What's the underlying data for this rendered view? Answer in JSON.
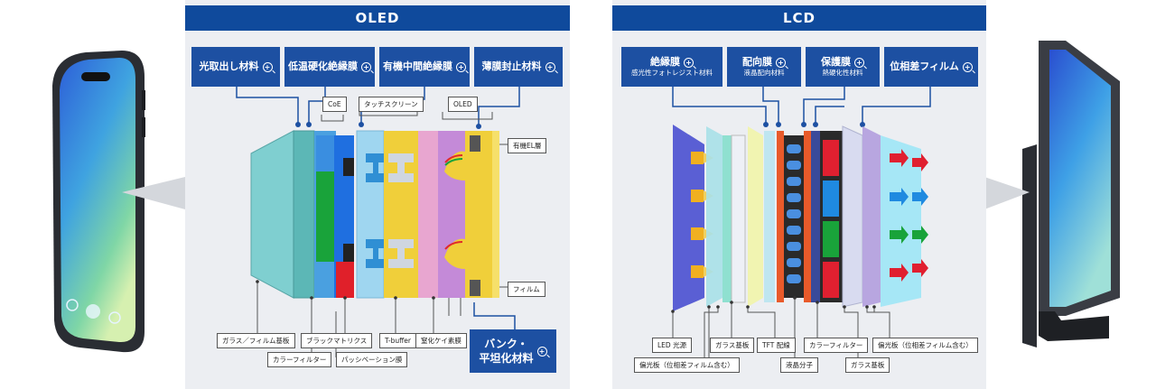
{
  "oled": {
    "title": "OLED",
    "features": [
      "光取出し材料",
      "低温硬化絶縁膜",
      "有機中間絶縁膜",
      "薄膜封止材料"
    ],
    "group_labels": [
      "CoE",
      "タッチスクリーン",
      "OLED"
    ],
    "side_labels": [
      "有機EL層",
      "フィルム"
    ],
    "bottom_labels": [
      "ガラス／フィルム基板",
      "カラーフィルター",
      "ブラックマトリクス",
      "パッシベーション膜",
      "T-buffer",
      "窒化ケイ素膜"
    ],
    "highlight": [
      "バンク・",
      "平坦化材料"
    ]
  },
  "lcd": {
    "title": "LCD",
    "features": [
      {
        "name": "絶縁膜",
        "sub": "感光性フォトレジスト材料"
      },
      {
        "name": "配向膜",
        "sub": "液晶配向材料"
      },
      {
        "name": "保護膜",
        "sub": "熱硬化性材料"
      },
      {
        "name": "位相差フィルム",
        "sub": ""
      }
    ],
    "bottom_labels": [
      "LED 光源",
      "偏光板（位相差フィルム含む）",
      "ガラス基板",
      "TFT 配線",
      "液晶分子",
      "カラーフィルター",
      "ガラス基板",
      "偏光板（位相差フィルム含む）"
    ]
  },
  "colors": {
    "title_bar": "#0f4a9c",
    "feature_box": "#1d50a2",
    "panel_bg": "#eceef2"
  },
  "icons": [
    "zoom-in-icon",
    "smartphone-illustration",
    "monitor-illustration"
  ]
}
